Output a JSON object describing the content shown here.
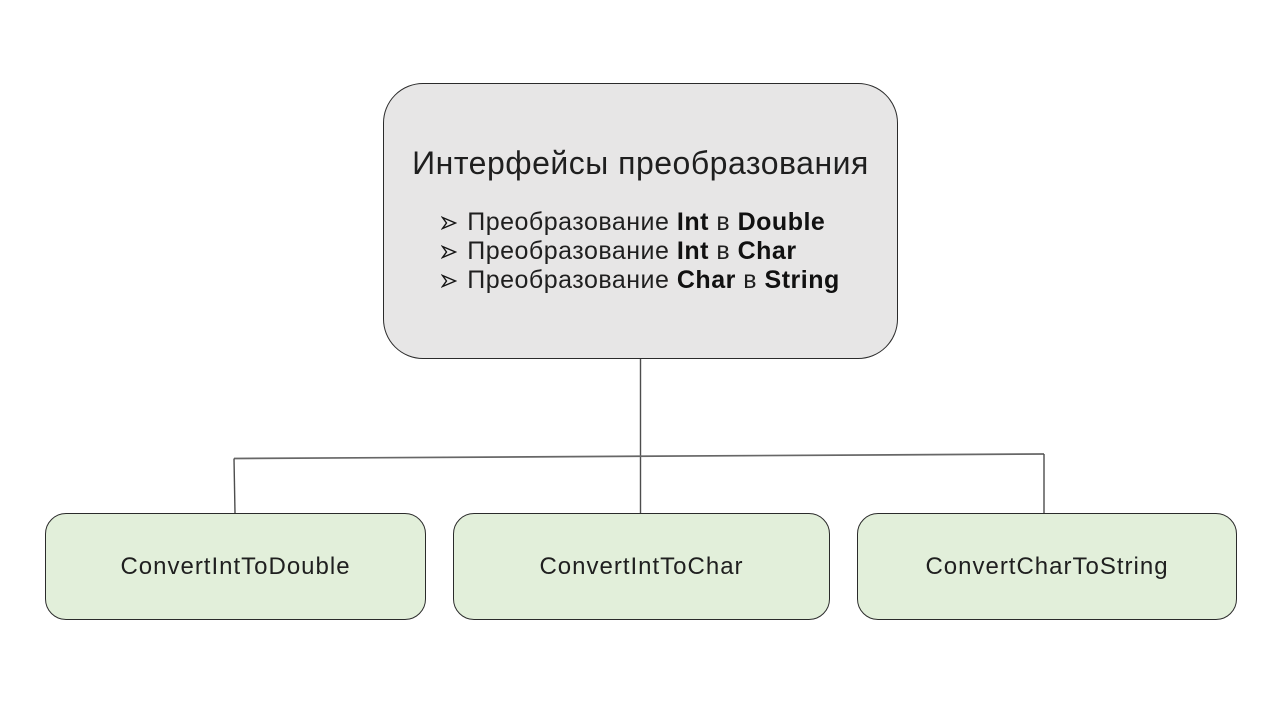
{
  "slide": {
    "background_color": "#ffffff"
  },
  "root_node": {
    "title": "Интерфейсы преобразования",
    "bullets": [
      {
        "lead": "Преобразование ",
        "from_type": "Int",
        "mid": " в ",
        "to_type": "Double"
      },
      {
        "lead": "Преобразование ",
        "from_type": "Int",
        "mid": " в ",
        "to_type": "Char"
      },
      {
        "lead": "Преобразование ",
        "from_type": "Char",
        "mid": " в ",
        "to_type": "String"
      }
    ],
    "fill_color": "#e7e6e6",
    "border_color": "#2b2b2b"
  },
  "child_nodes": [
    {
      "label": "ConvertIntToDouble"
    },
    {
      "label": "ConvertIntToChar"
    },
    {
      "label": "ConvertCharToString"
    }
  ],
  "child_node_style": {
    "fill_color": "#e2efda",
    "border_color": "#2b2b2b"
  },
  "connector_color": "#4d4d4d",
  "text_color": "#1f1f1f",
  "bullet_icon": "arrowhead-right"
}
